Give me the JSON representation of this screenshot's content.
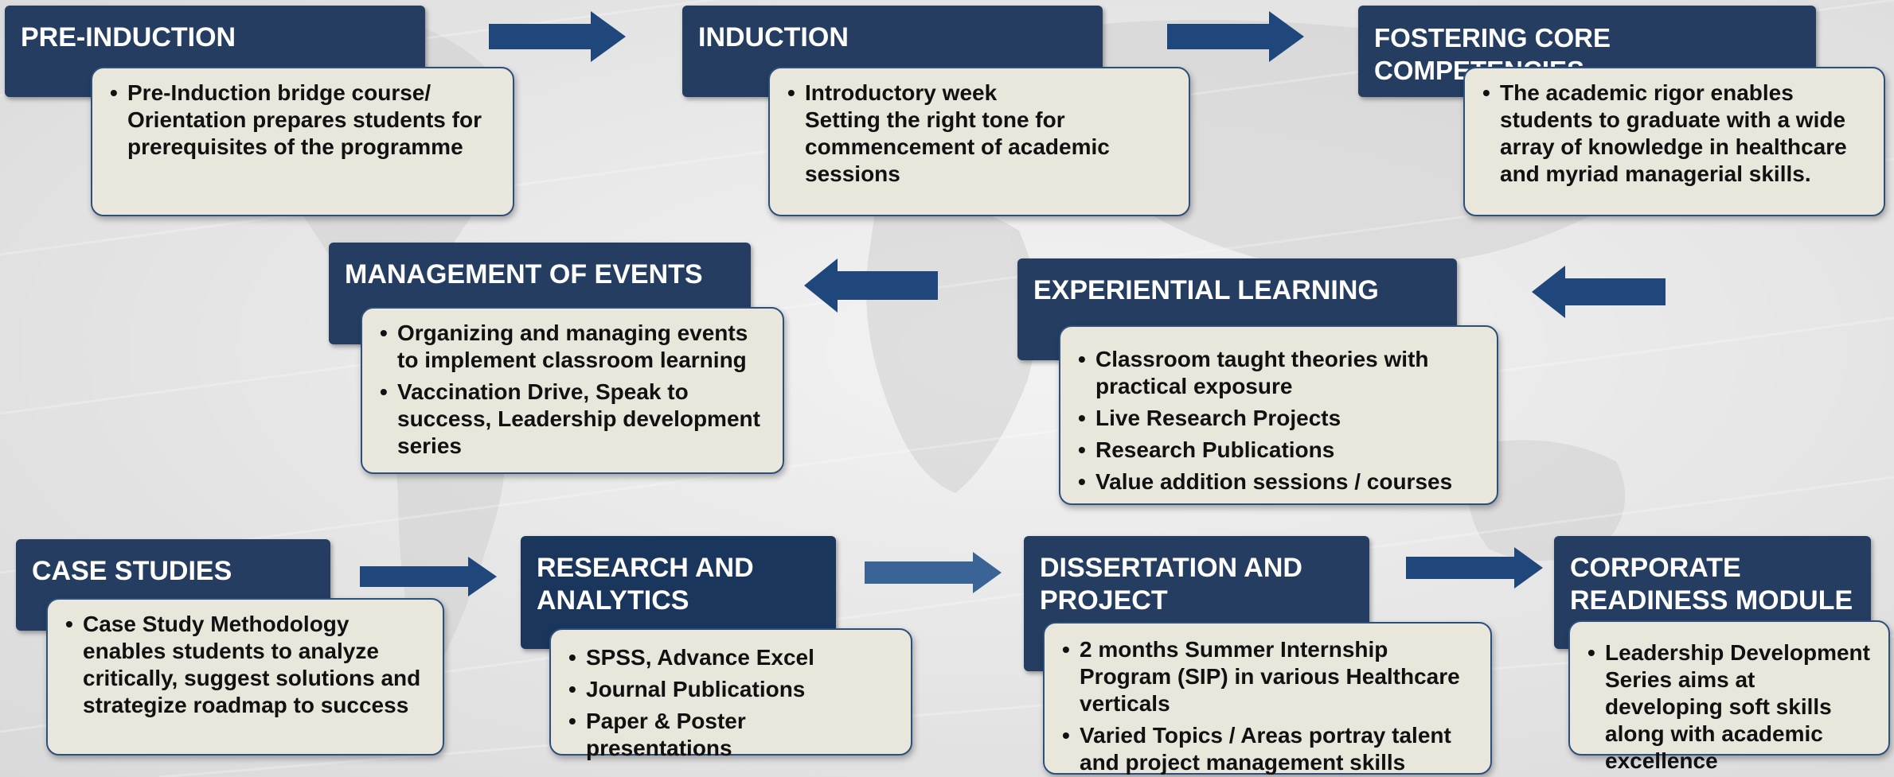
{
  "colors": {
    "header_bg": "#243d61",
    "header_text": "#ffffff",
    "desc_bg": "#e9e7dc",
    "desc_border": "#2d4f7c",
    "arrow": "#1f477c",
    "arrow_light": "#3a6396"
  },
  "stages": {
    "pre_induction": {
      "title": "PRE-INDUCTION",
      "items": [
        "Pre-Induction bridge course/ Orientation prepares students for prerequisites of the programme"
      ]
    },
    "induction": {
      "title": "INDUCTION",
      "items": [
        "Introductory week",
        "Setting the right tone for commencement of academic sessions"
      ]
    },
    "core_competencies": {
      "title": "FOSTERING CORE COMPETENCIES",
      "items": [
        "The academic rigor enables students to graduate with a wide array of knowledge in healthcare and myriad managerial skills."
      ]
    },
    "experiential_learning": {
      "title": "EXPERIENTIAL LEARNING",
      "items": [
        "Classroom taught theories with practical exposure",
        "Live Research Projects",
        "Research Publications",
        "Value addition sessions / courses"
      ]
    },
    "management_of_events": {
      "title": "MANAGEMENT OF EVENTS",
      "items": [
        "Organizing and managing events to implement classroom learning",
        "Vaccination Drive, Speak to success, Leadership development series"
      ]
    },
    "case_studies": {
      "title": "CASE STUDIES",
      "items": [
        "Case Study Methodology enables students to analyze critically, suggest solutions and strategize roadmap to success"
      ]
    },
    "research_analytics": {
      "title": "RESEARCH AND ANALYTICS",
      "items": [
        "SPSS, Advance Excel",
        "Journal Publications",
        "Paper & Poster presentations"
      ]
    },
    "dissertation": {
      "title": "DISSERTATION AND PROJECT",
      "items": [
        "2 months Summer Internship Program (SIP) in various Healthcare verticals",
        "Varied Topics / Areas portray talent and project management skills"
      ]
    },
    "corporate_readiness": {
      "title": "CORPORATE READINESS MODULE",
      "items": [
        "Leadership Development Series aims at developing soft skills along with academic excellence"
      ]
    }
  }
}
